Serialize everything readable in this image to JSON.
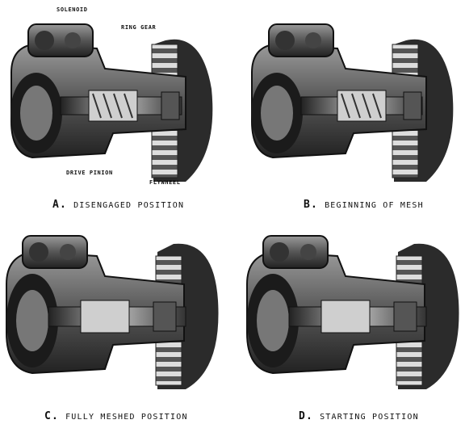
{
  "callouts": {
    "solenoid": "SOLENOID",
    "ring_gear": "RING GEAR",
    "drive_pinion": "DRIVE PINION",
    "flywheel": "FLYWHEEL"
  },
  "panels": [
    {
      "letter": "A.",
      "caption": "DISENGAGED POSITION"
    },
    {
      "letter": "B.",
      "caption": "BEGINNING OF MESH"
    },
    {
      "letter": "C.",
      "caption": "FULLY MESHED POSITION"
    },
    {
      "letter": "D.",
      "caption": "STARTING POSITION"
    }
  ]
}
